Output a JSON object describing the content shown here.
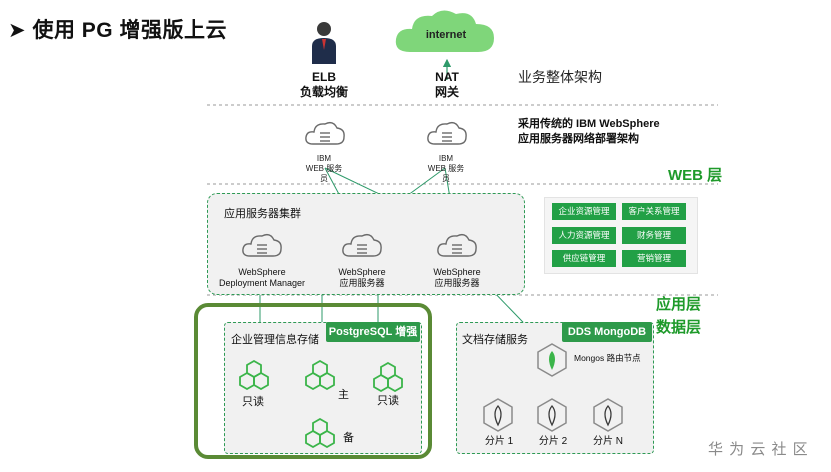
{
  "title": "使用 PG 增强版上云",
  "internet": "internet",
  "elb": {
    "line1": "ELB",
    "line2": "负载均衡"
  },
  "nat": {
    "line1": "NAT",
    "line2": "网关"
  },
  "overall_arch": "业务整体架构",
  "websphere_desc": {
    "line1": "采用传统的 IBM WebSphere",
    "line2": "应用服务器网络部署架构"
  },
  "web_servers": [
    {
      "line1": "IBM",
      "line2": "WEB 服务",
      "line3": "员"
    },
    {
      "line1": "IBM",
      "line2": "WEB 服务",
      "line3": "员"
    }
  ],
  "web_layer": "WEB 层",
  "app_cluster": {
    "title": "应用服务器集群",
    "nodes": [
      {
        "line1": "WebSphere",
        "line2": "Deployment Manager"
      },
      {
        "line1": "WebSphere",
        "line2": "应用服务器"
      },
      {
        "line1": "WebSphere",
        "line2": "应用服务器"
      }
    ]
  },
  "biz_modules": [
    "企业资源管理",
    "客户关系管理",
    "人力资源管理",
    "财务管理",
    "供应链管理",
    "营销管理"
  ],
  "app_layer": "应用层",
  "data_layer": "数据层",
  "pg_box": {
    "title": "企业管理信息存储",
    "tag": "PostgreSQL 增强",
    "nodes": {
      "readonly_left": "只读",
      "primary": "主",
      "readonly_right": "只读",
      "standby": "备"
    }
  },
  "dds_box": {
    "title": "文档存储服务",
    "tag": "DDS MongoDB",
    "mongos": "Mongos 路由节点",
    "shards": [
      "分片 1",
      "分片 2",
      "分片 N"
    ]
  },
  "watermark": "华 为 云 社 区",
  "colors": {
    "green": "#2e9a4a",
    "dark_green": "#5a8a35",
    "web_layer_green": "#1e9a2a"
  }
}
